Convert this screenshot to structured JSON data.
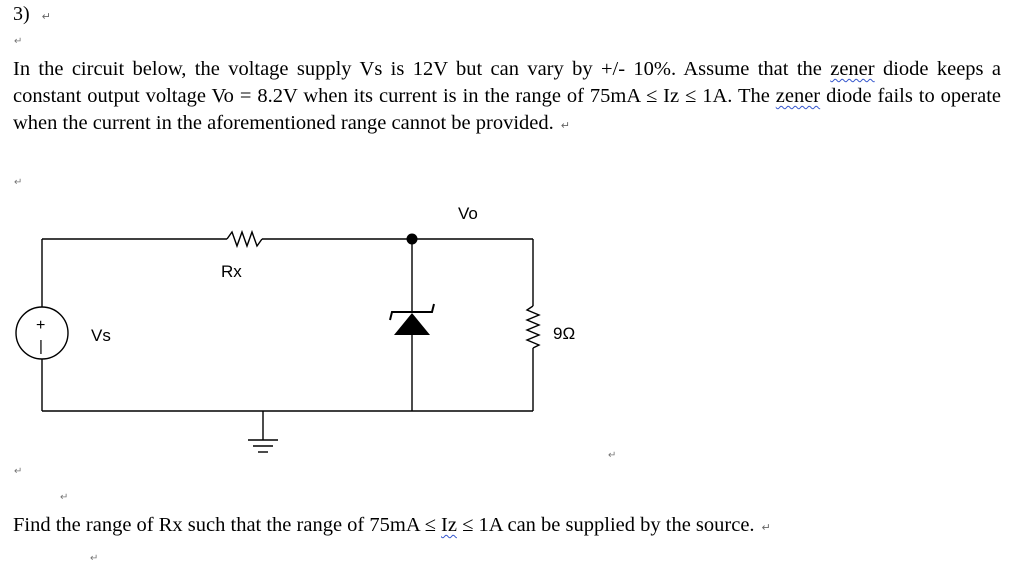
{
  "problem": {
    "number": "3)",
    "text_part1": "In the circuit below, the voltage supply Vs is 12V but can vary by +/- 10%. Assume that the ",
    "zener_word": "zener",
    "text_part2": " diode keeps a constant output voltage Vo = 8.2V when its current is in the range of 75mA ≤ Iz ≤ 1A. The ",
    "text_part3": " diode fails to operate when the current in the aforementioned range cannot be provided."
  },
  "circuit": {
    "output_label": "Vo",
    "resistor_label": "Rx",
    "source_label": "Vs",
    "source_plus": "+",
    "source_minus": "|",
    "load_label": "9Ω"
  },
  "question": {
    "text_part1": "Find the range of Rx such that the range of 75mA ≤ ",
    "iz": "Iz",
    "text_part2": " ≤ 1A can be supplied by the source."
  }
}
